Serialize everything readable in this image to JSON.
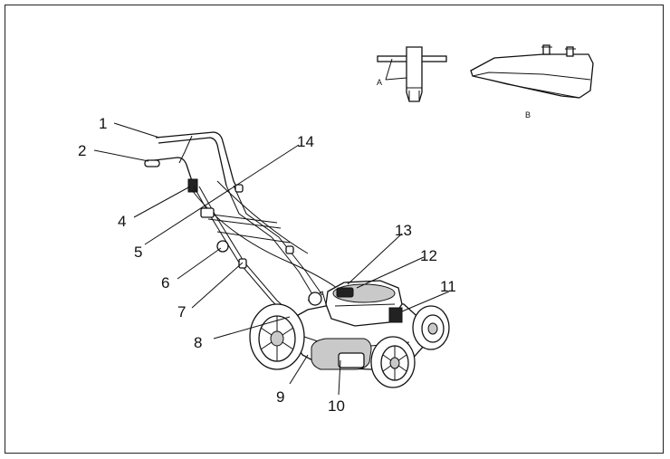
{
  "callouts": [
    "1",
    "2",
    "4",
    "5",
    "6",
    "7",
    "8",
    "9",
    "10",
    "11",
    "12",
    "13",
    "14"
  ],
  "accessory_labels": {
    "a": "A",
    "b": "B"
  },
  "colors": {
    "line": "#111111",
    "background": "#ffffff",
    "shade": "#c9c9c9"
  }
}
